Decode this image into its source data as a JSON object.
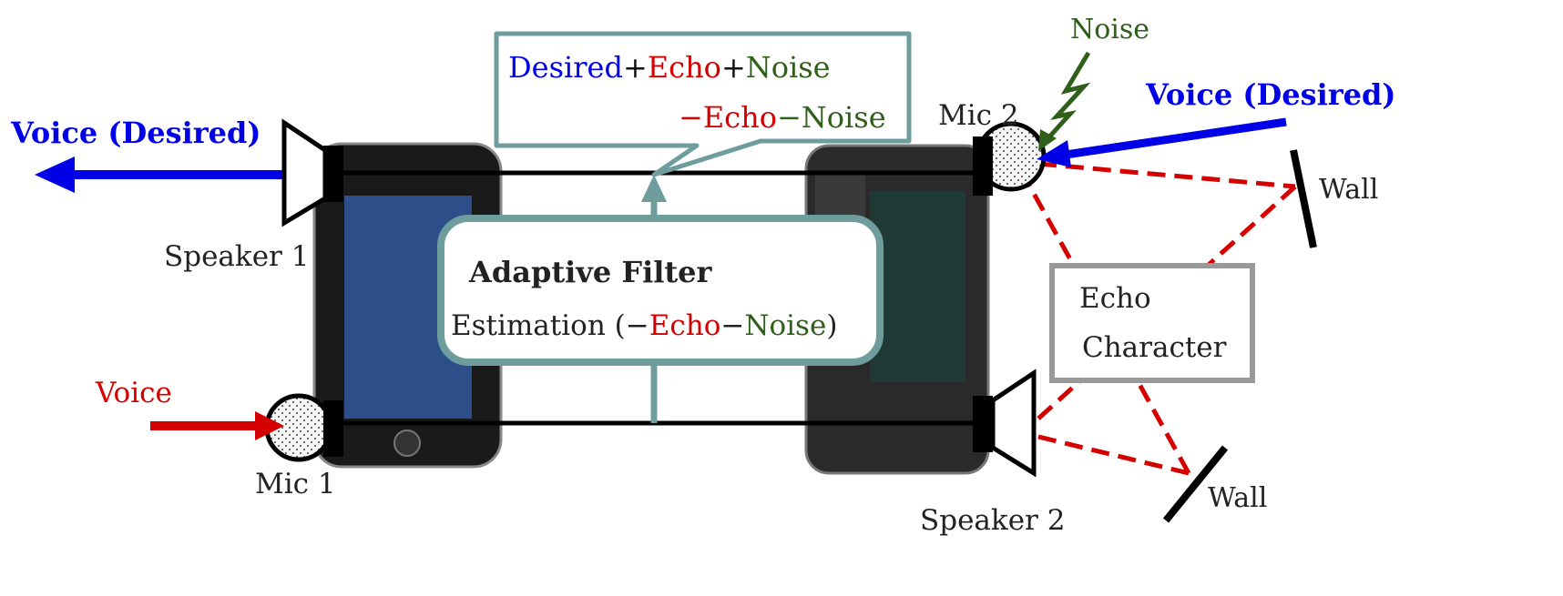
{
  "colors": {
    "desired": "#0000e6",
    "echo": "#d40000",
    "noise": "#2f5f1a",
    "filter_box": "#6f9c9c",
    "echo_box": "#999999",
    "wires": "#000000"
  },
  "left": {
    "voice_desired": "Voice (Desired)",
    "speaker_label": "Speaker 1",
    "voice_label": "Voice",
    "mic_label": "Mic 1"
  },
  "callout": {
    "line1": {
      "desired": "Desired",
      "plus1": "+",
      "echo": "Echo",
      "plus2": "+",
      "noise": "Noise"
    },
    "line2": {
      "minus1": "−",
      "echo": "Echo",
      "minus2": "−",
      "noise": "Noise"
    }
  },
  "filter": {
    "title": "Adaptive Filter",
    "estimation": {
      "prefix": "Estimation (",
      "minus1": "−",
      "echo": "Echo",
      "minus2": "−",
      "noise": "Noise",
      "suffix": ")"
    }
  },
  "right": {
    "noise_label": "Noise",
    "mic_label": "Mic 2",
    "voice_desired": "Voice (Desired)",
    "wall_top": "Wall",
    "wall_bottom": "Wall",
    "speaker_label": "Speaker 2",
    "echo_box": {
      "line1": "Echo",
      "line2": "Character"
    }
  }
}
